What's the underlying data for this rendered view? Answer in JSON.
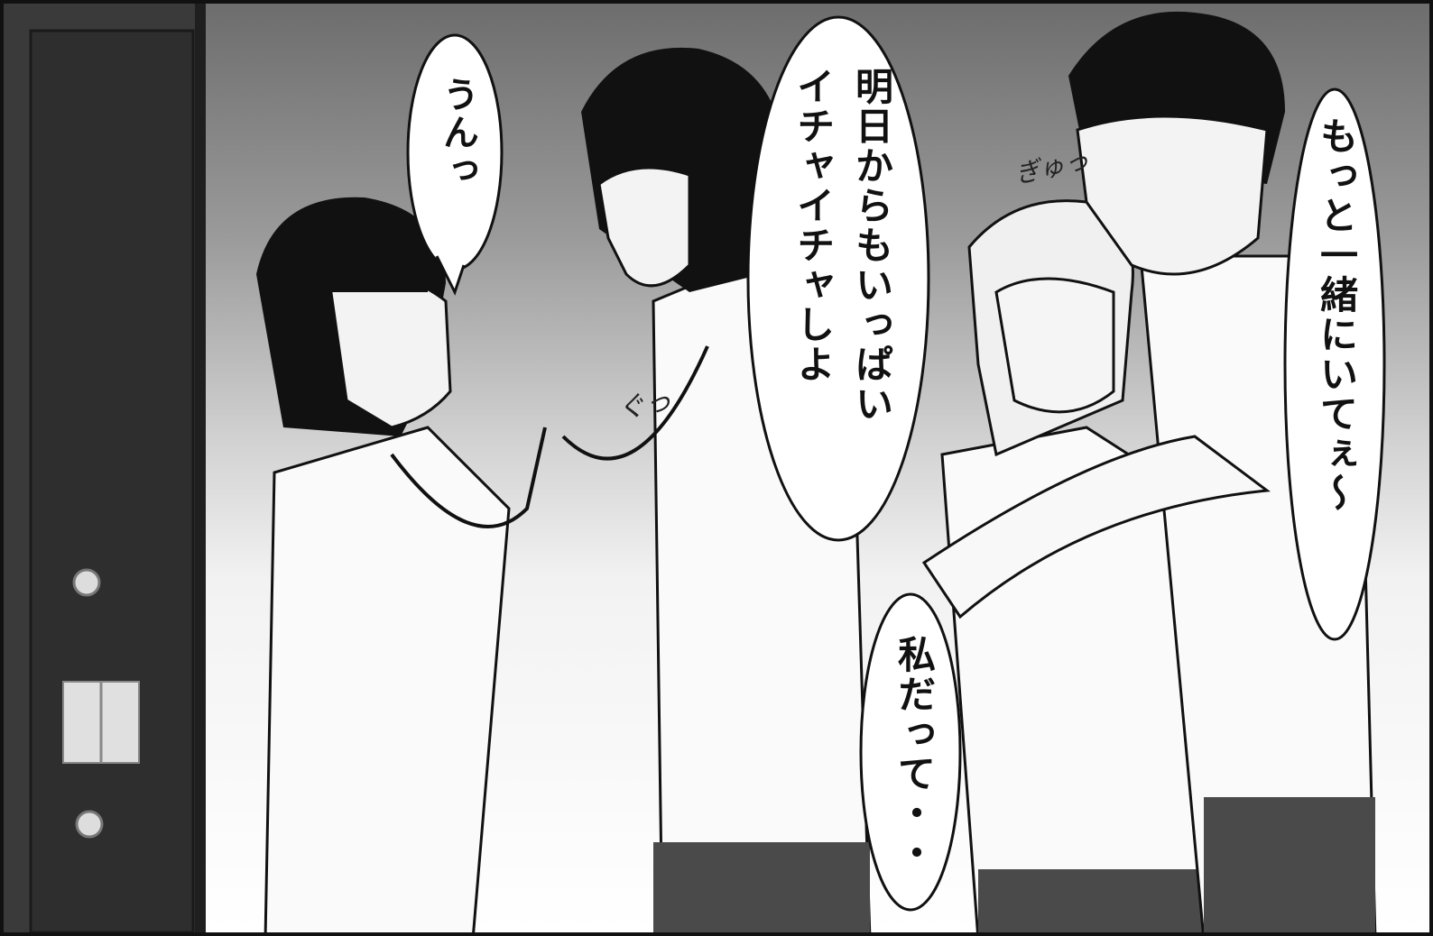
{
  "bubbles": {
    "unn": "うんっ",
    "ashita_line1": "明日からもいっぱい",
    "ashita_line2": "イチャイチャしよ",
    "motto": "もっと一緒にいてぇ～",
    "watashi": "私だって・・"
  },
  "sfx": {
    "gyu": "ぎゅっ",
    "gu": "ぐっ"
  }
}
